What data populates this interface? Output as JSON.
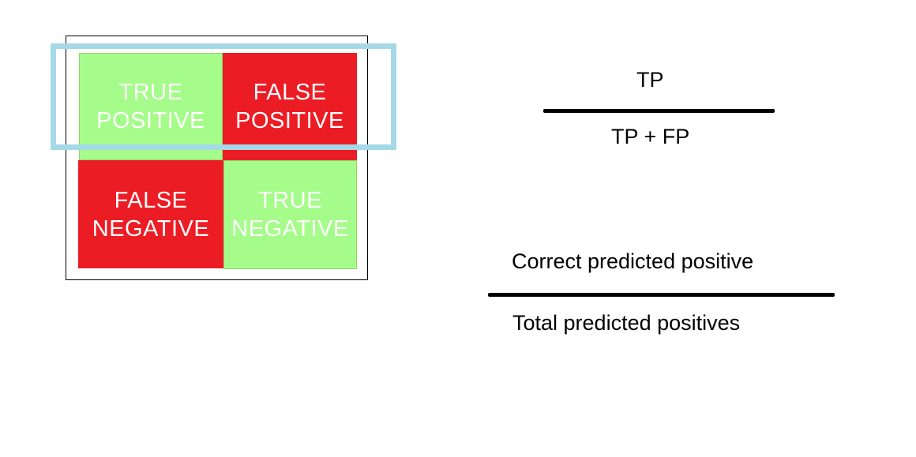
{
  "matrix": {
    "cells": [
      {
        "line1": "TRUE",
        "line2": "POSITIVE",
        "color": "#a6fc8a"
      },
      {
        "line1": "FALSE",
        "line2": "POSITIVE",
        "color": "#ec1c24"
      },
      {
        "line1": "FALSE",
        "line2": "NEGATIVE",
        "color": "#ec1c24"
      },
      {
        "line1": "TRUE",
        "line2": "NEGATIVE",
        "color": "#a6fc8a"
      }
    ],
    "highlight_color": "#a6d9e8"
  },
  "formula": {
    "numerator": "TP",
    "denominator": "TP + FP"
  },
  "description": {
    "numerator": "Correct predicted positive",
    "denominator": "Total predicted positives"
  }
}
